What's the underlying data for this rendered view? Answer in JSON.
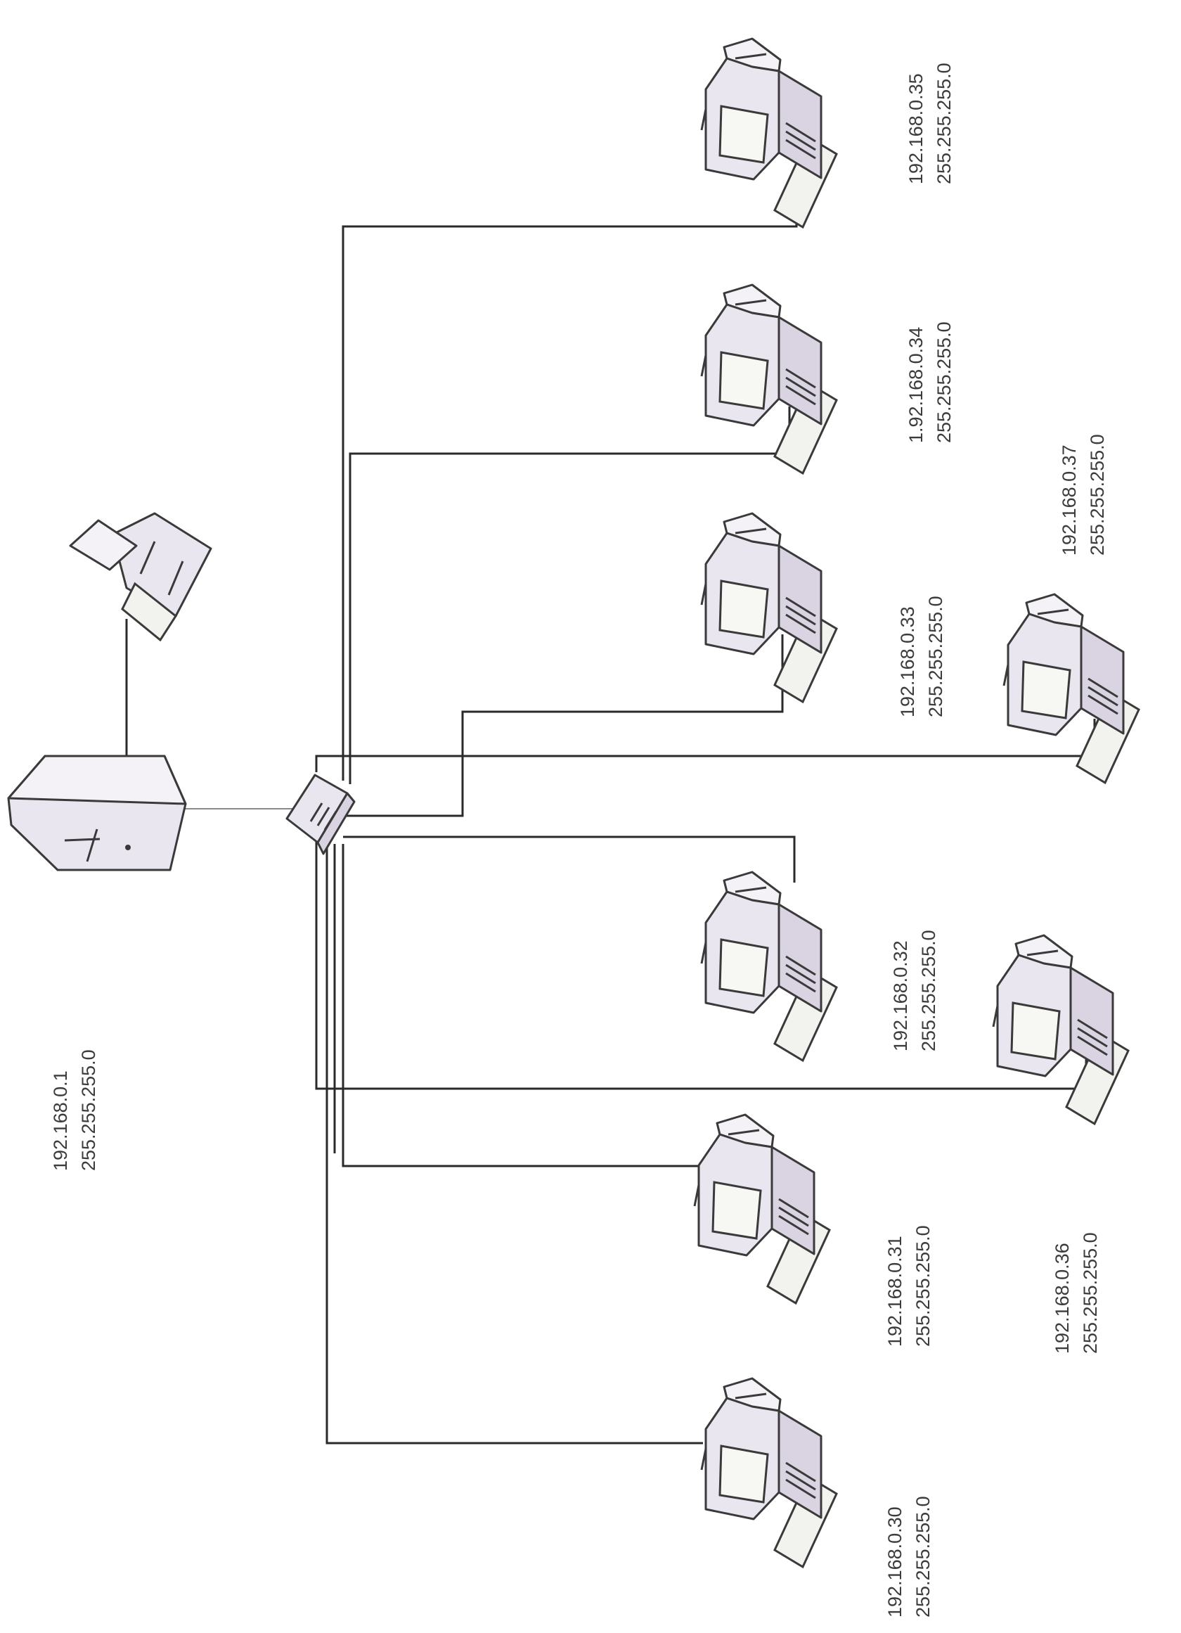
{
  "diagram": {
    "gateway": {
      "ip": "192.168.0.1",
      "mask": "255.255.255.0"
    },
    "workstations": [
      {
        "ip": "192.168.0.30",
        "mask": "255.255.255.0"
      },
      {
        "ip": "192.168.0.31",
        "mask": "255.255.255.0"
      },
      {
        "ip": "192.168.0.32",
        "mask": "255.255.255.0"
      },
      {
        "ip": "192.168.0.33",
        "mask": "255.255.255.0"
      },
      {
        "ip": "1.92.168.0.34",
        "mask": "255.255.255.0"
      },
      {
        "ip": "192.168.0.35",
        "mask": "255.255.255.0"
      },
      {
        "ip": "192.168.0.36",
        "mask": "255.255.255.0"
      },
      {
        "ip": "192.168.0.37",
        "mask": "255.255.255.0"
      }
    ]
  }
}
